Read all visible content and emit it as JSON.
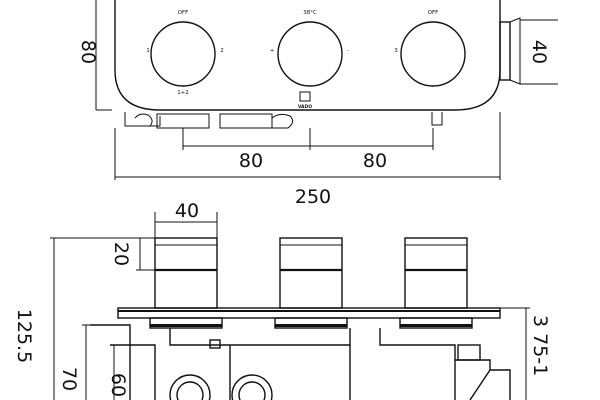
{
  "dimensions": {
    "front_height": "80",
    "front_depth": "40",
    "spacing_left": "80",
    "spacing_right": "80",
    "overall_width": "250",
    "knob_diameter": "40",
    "knob_height": "20",
    "total_depth": "125.5",
    "dim_70": "70",
    "dim_60": "60",
    "right_range": "3 75-1"
  },
  "dial_labels": {
    "left_top": "OFF",
    "left_left": "1",
    "left_right": "2",
    "left_bottom": "1+2",
    "center_top": "38°C",
    "center_left": "+",
    "center_right": "-",
    "right_top": "OFF",
    "right_left": "3"
  },
  "brand": "VADO"
}
